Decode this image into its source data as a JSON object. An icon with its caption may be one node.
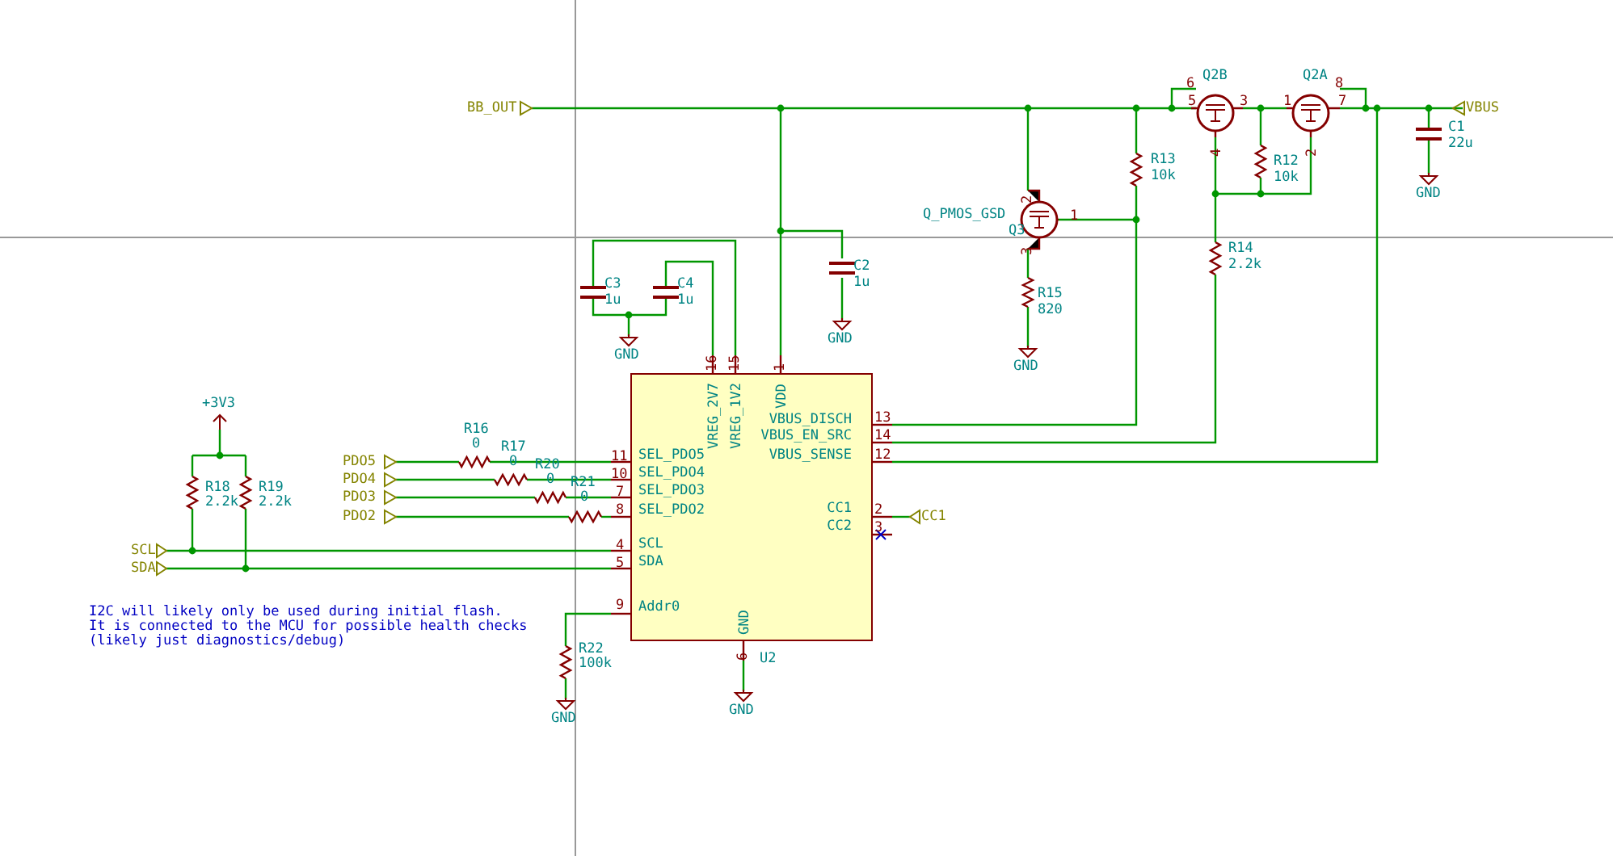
{
  "diagram": {
    "nodes": [
      {
        "text": [
          "VREG_2V7",
          "VREG_1V2",
          "VDD",
          "VBUS_DISCH",
          "VBUS_EN_SRC",
          "VBUS_SENSE",
          "SEL_PDO5",
          "SEL_PDO4",
          "SEL_PDO3",
          "SEL_PDO2",
          "CC1",
          "CC2",
          "SCL",
          "SDA",
          "Addr0",
          "GND"
        ],
        "beside": [
          "U2"
        ]
      }
    ],
    "labels": [
      "6",
      "Q2B",
      "Q2A",
      "8",
      "5",
      "3",
      "1",
      "7",
      "BB_OUT",
      "VBUS",
      "C1",
      "22u",
      "4",
      "2",
      "R13",
      "10k",
      "R12",
      "10k",
      "GND",
      "2",
      "1",
      "Q_PMOS_GSD",
      "Q3",
      "3",
      "R14",
      "C2",
      "2.2k",
      "C3",
      "C4",
      "1u",
      "1u",
      "1u",
      "R15",
      "820",
      "GND",
      "GND",
      "16",
      "15",
      "1",
      "GND",
      "+3V3",
      "13",
      "R16",
      "0",
      "14",
      "R17",
      "0",
      "12",
      "R20",
      "11",
      "PDO5",
      "0",
      "10",
      "PDO4",
      "R21",
      "7",
      "PDO3",
      "R18",
      "2.2k",
      "R19",
      "2.2k",
      "0",
      "8",
      "PDO2",
      "2",
      "CC1",
      "3",
      "SCL",
      "4",
      "SDA",
      "5",
      "I2C will likely only be used during initial flash.",
      "9",
      "It is connected to the MCU for possible health checks",
      "(likely just diagnostics/debug)",
      "R22",
      "6",
      "100k",
      "GND",
      "GND"
    ]
  }
}
